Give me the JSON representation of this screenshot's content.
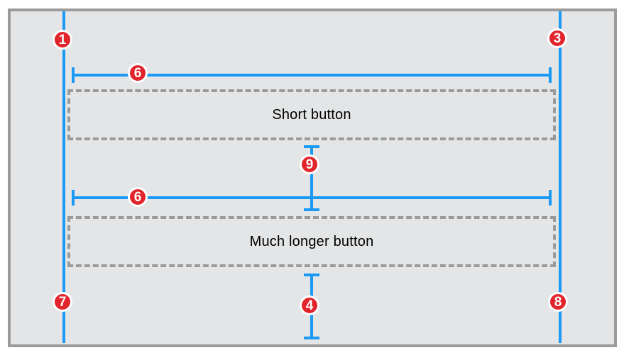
{
  "colors": {
    "page_bg": "#ffffff",
    "canvas_bg": "#e4e5e6",
    "canvas_border": "#9b9b9b",
    "guide_blue": "#1a9af5",
    "badge_red": "#e2242b",
    "badge_text": "#ffffff",
    "dash_gray": "#9a9a9a",
    "label_text": "#000000"
  },
  "buttons": [
    {
      "label": "Short button"
    },
    {
      "label": "Much longer button"
    }
  ],
  "badges": {
    "left_margin_top": "1",
    "right_margin_top": "3",
    "top_width": "6",
    "bottom_width": "6",
    "vertical_spacing": "9",
    "left_margin_bottom": "7",
    "right_margin_bottom": "8",
    "bottom_spacing": "4"
  }
}
